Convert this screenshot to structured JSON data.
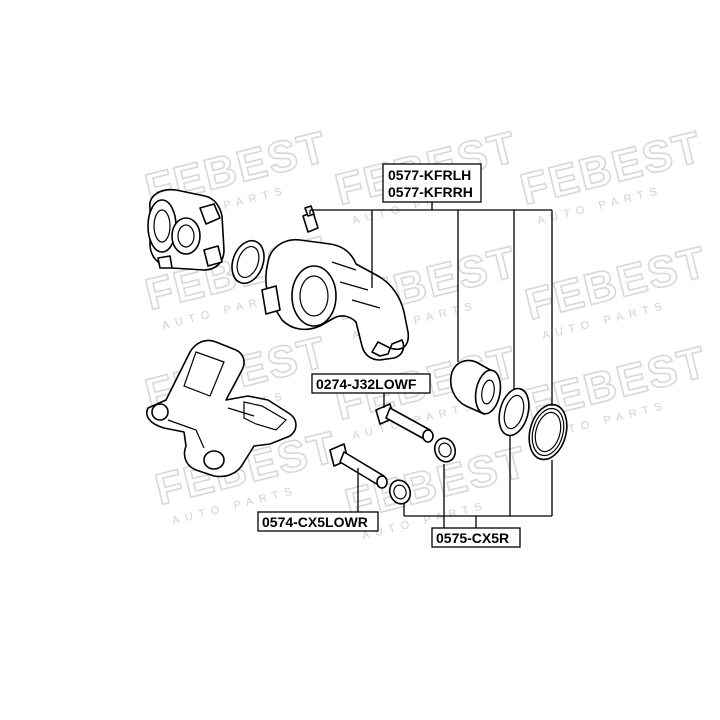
{
  "watermark": {
    "brand": "FEBEST",
    "subtitle": "AUTO PARTS"
  },
  "labels": {
    "caliper_lh": "0577-KFRLH",
    "caliper_rh": "0577-KFRRH",
    "guide_pin_upper": "0274-J32LOWF",
    "guide_pin_lower": "0574-CX5LOWR",
    "repair_kit": "0575-CX5R"
  }
}
